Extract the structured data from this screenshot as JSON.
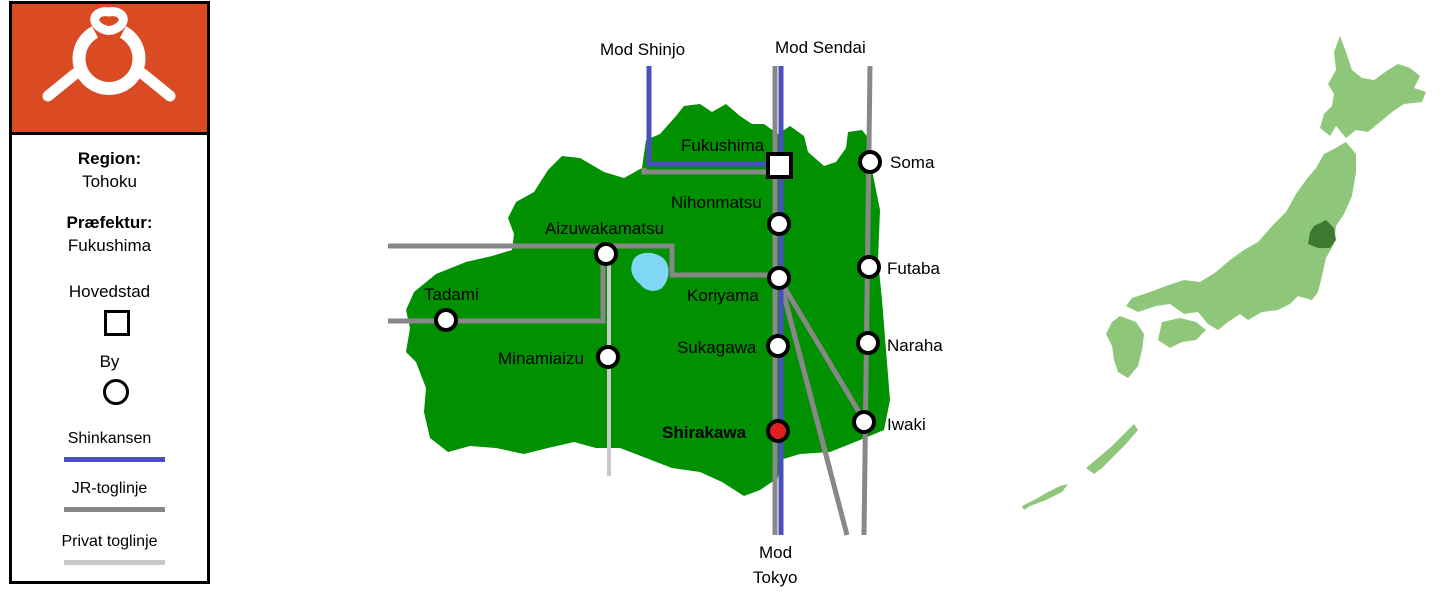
{
  "legend": {
    "region_label": "Region:",
    "region_value": "Tohoku",
    "prefecture_label": "Præfektur:",
    "prefecture_value": "Fukushima",
    "capital_label": "Hovedstad",
    "city_label": "By",
    "shinkansen_label": "Shinkansen",
    "jr_label": "JR-toglinje",
    "private_label": "Privat toglinje"
  },
  "directions": {
    "shinjo": "Mod Shinjo",
    "sendai": "Mod Sendai",
    "tokyo_line1": "Mod",
    "tokyo_line2": "Tokyo"
  },
  "stations": {
    "fukushima": "Fukushima",
    "nihonmatsu": "Nihonmatsu",
    "aizuwakamatsu": "Aizuwakamatsu",
    "koriyama": "Koriyama",
    "tadami": "Tadami",
    "minamiaizu": "Minamiaizu",
    "sukagawa": "Sukagawa",
    "shirakawa": "Shirakawa",
    "soma": "Soma",
    "futaba": "Futaba",
    "naraha": "Naraha",
    "iwaki": "Iwaki"
  },
  "colors": {
    "emblem_bg": "#da4b24",
    "prefecture_fill": "#009000",
    "lake": "#7fd6f5",
    "shinkansen": "#4a4fc0",
    "jr_line": "#888888",
    "private_line": "#c8c8c8",
    "highlight_city": "#e02020",
    "japan_fill": "#8fc77a",
    "japan_highlight": "#3d7a30"
  }
}
